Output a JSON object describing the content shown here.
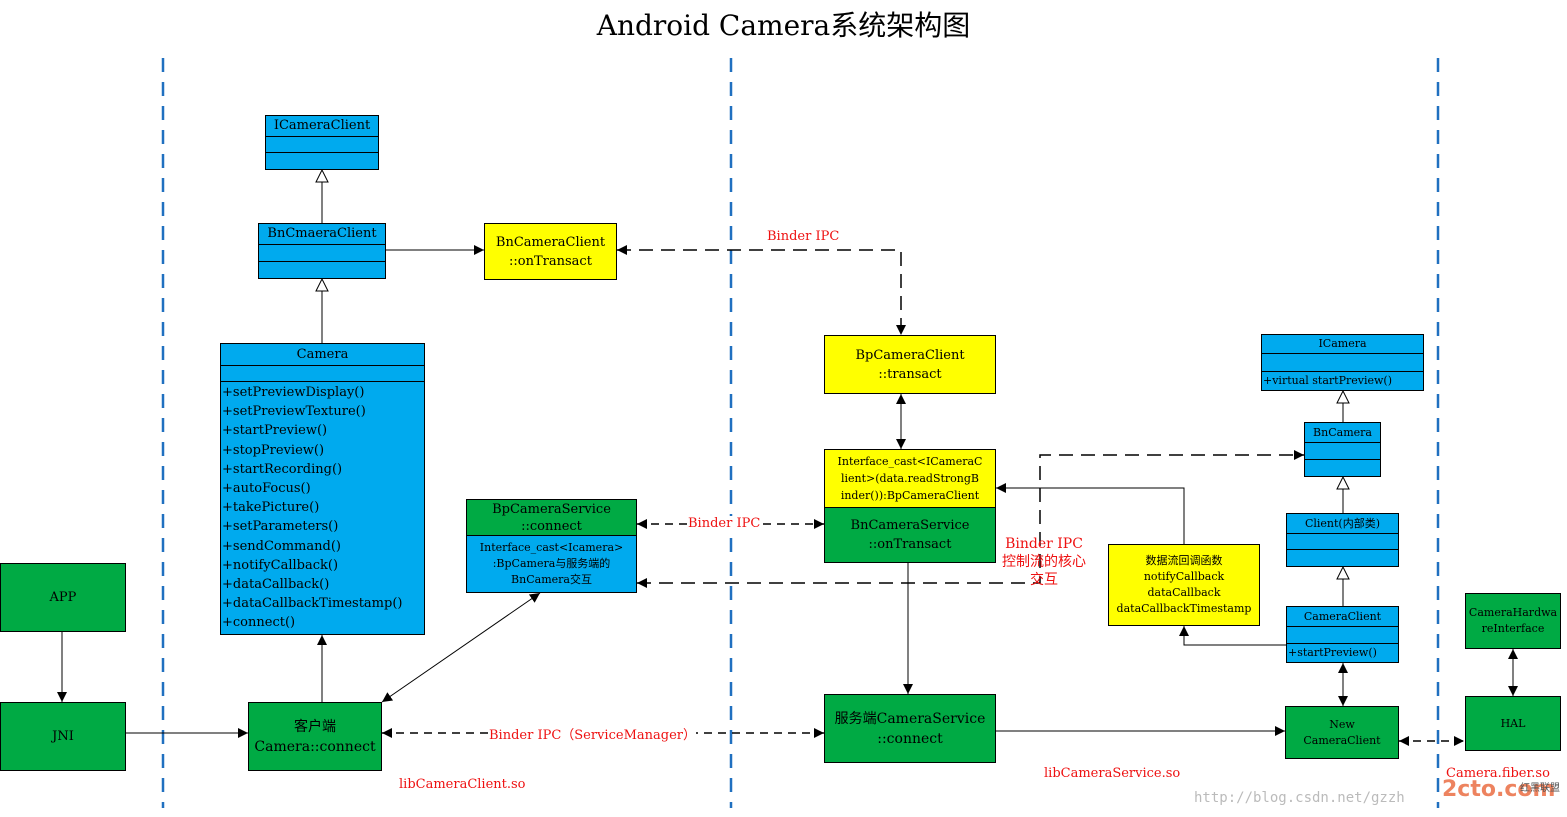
{
  "title": "Android Camera系统架构图",
  "boxes": {
    "app": "APP",
    "jni": "JNI",
    "client_connect": [
      "客户端",
      "Camera::connect"
    ],
    "bpcameraservice_connect": [
      "BpCameraService",
      "::connect"
    ],
    "bpcameraservice_body": [
      "Interface_cast<Icamera>",
      ":BpCamera与服务端的",
      "BnCamera交互"
    ],
    "bncameraclient_ontransact": [
      "BnCameraClient",
      "::onTransact"
    ],
    "bpcameraclient_transact": [
      "BpCameraClient",
      "::transact"
    ],
    "interface_cast": [
      "Interface_cast<ICameraC",
      "lient>(data.readStrongB",
      "inder()):BpCameraClient"
    ],
    "bncameraservice_ontransact": [
      "BnCameraService",
      "::onTransact"
    ],
    "service_connect": [
      "服务端CameraService",
      "::connect"
    ],
    "data_callbacks": [
      "数据流回调函数",
      "notifyCallback",
      "dataCallback",
      "dataCallbackTimestamp"
    ],
    "new_cameraclient": [
      "New",
      "CameraClient"
    ],
    "camera_hw_interface": [
      "CameraHardwa",
      "reInterface"
    ],
    "hal": "HAL"
  },
  "classes": {
    "icameraclient": "ICameraClient",
    "bncmaeraclient": "BnCmaeraClient",
    "camera": "Camera",
    "camera_methods": [
      "+setPreviewDisplay()",
      "+setPreviewTexture()",
      "+startPreview()",
      "+stopPreview()",
      "+startRecording()",
      "+autoFocus()",
      "+takePicture()",
      "+setParameters()",
      "+sendCommand()",
      "+notifyCallback()",
      "+dataCallback()",
      "+dataCallbackTimestamp()",
      "+connect()"
    ],
    "icamera": "ICamera",
    "icamera_method": "+virtual startPreview()",
    "bncamera": "BnCamera",
    "client_inner": "Client(内部类)",
    "cameraclient": "CameraClient",
    "cameraclient_method": "+startPreview()"
  },
  "labels": {
    "binder_ipc_top": "Binder IPC",
    "binder_ipc_mid": "Binder IPC",
    "binder_ipc_control": [
      "Binder IPC",
      "控制流的核心",
      "交互"
    ],
    "binder_ipc_servicemanager": "Binder IPC（ServiceManager）",
    "lib_client": "libCameraClient.so",
    "lib_service": "libCameraService.so",
    "lib_hw": "Camera.fiber.so"
  },
  "watermark": {
    "url": "http://blog.csdn.net/gzzh",
    "logo": "2cto.com",
    "logo_sub": "红黑联盟"
  }
}
